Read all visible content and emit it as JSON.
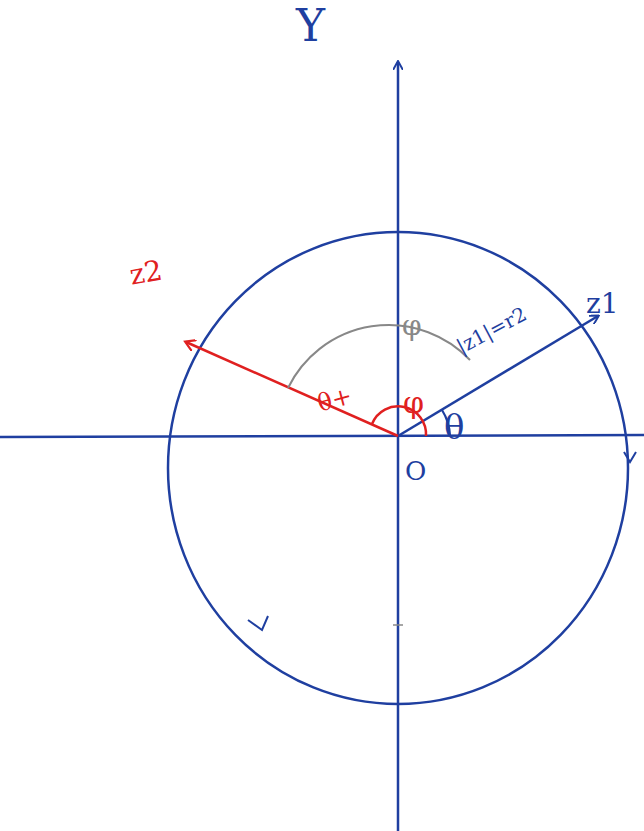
{
  "diagram": {
    "labels": [
      "Y",
      "z2",
      "z1",
      "|z1|=r2",
      "θ",
      "θ+",
      "φ",
      "φ",
      "O"
    ]
  }
}
